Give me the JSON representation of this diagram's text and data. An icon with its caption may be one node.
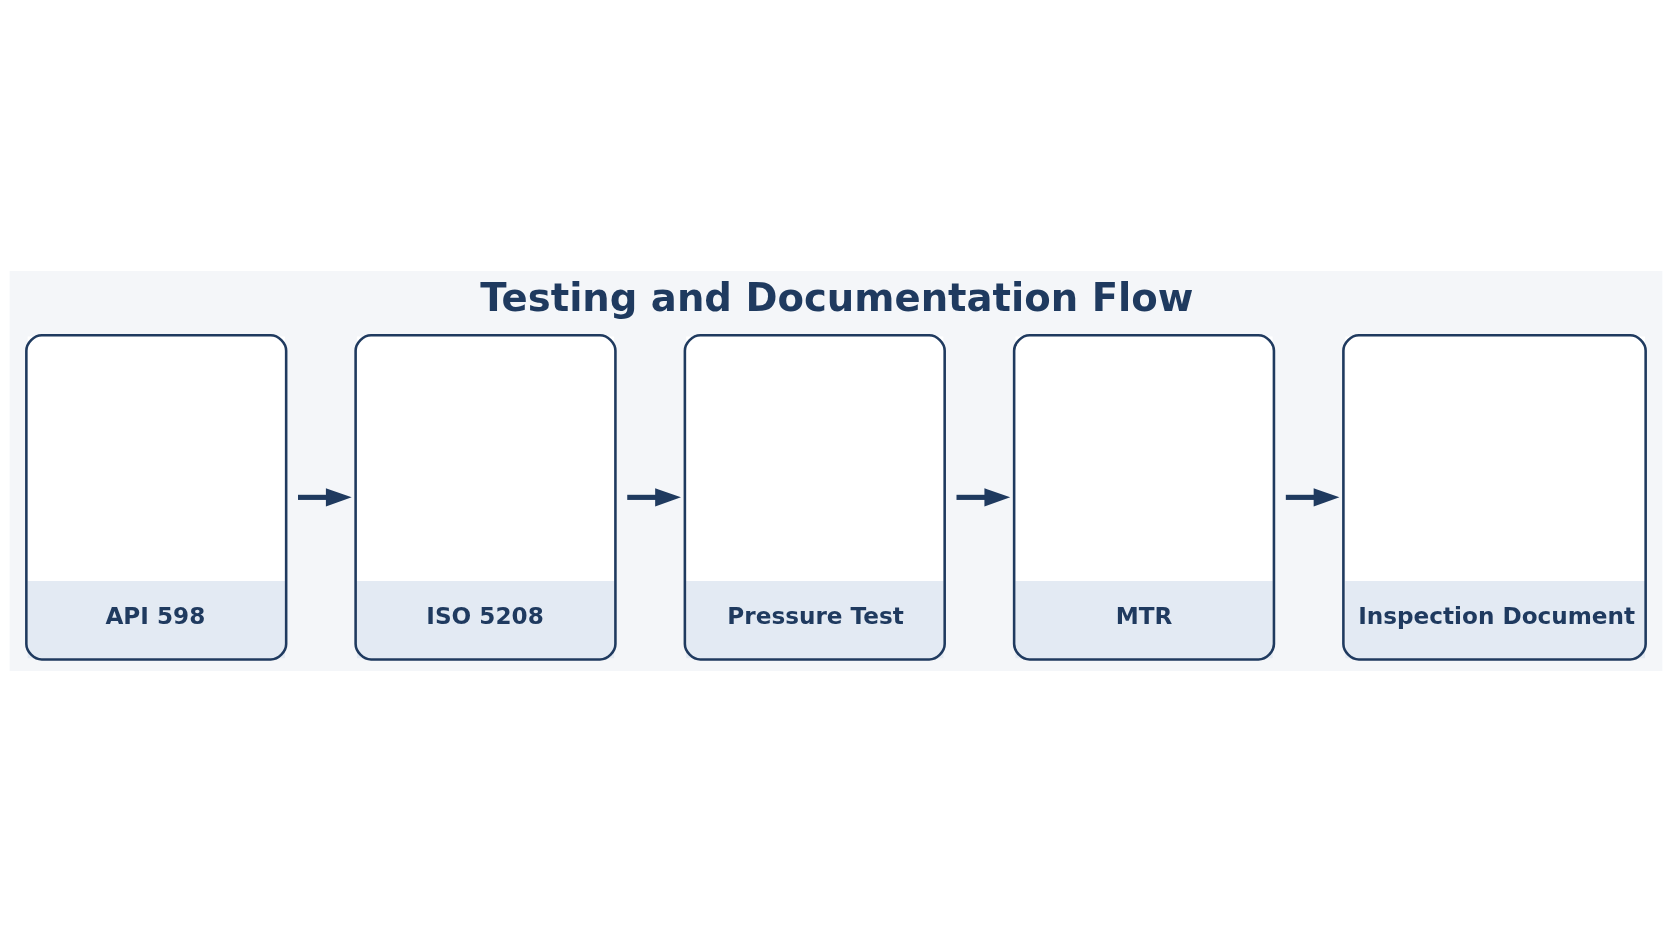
{
  "diagram": {
    "title": "Testing and Documentation Flow",
    "nodes": [
      {
        "text": [
          "API 598"
        ]
      },
      {
        "text": [
          "ISO 5208"
        ]
      },
      {
        "text": [
          "Pressure Test"
        ]
      },
      {
        "text": [
          "MTR"
        ]
      },
      {
        "text": [
          "Inspection Document"
        ]
      }
    ],
    "edges": [
      {
        "from": 0,
        "to": 1,
        "arrow": "to"
      },
      {
        "from": 1,
        "to": 2,
        "arrow": "to"
      },
      {
        "from": 2,
        "to": 3,
        "arrow": "to"
      },
      {
        "from": 3,
        "to": 4,
        "arrow": "to"
      }
    ]
  }
}
